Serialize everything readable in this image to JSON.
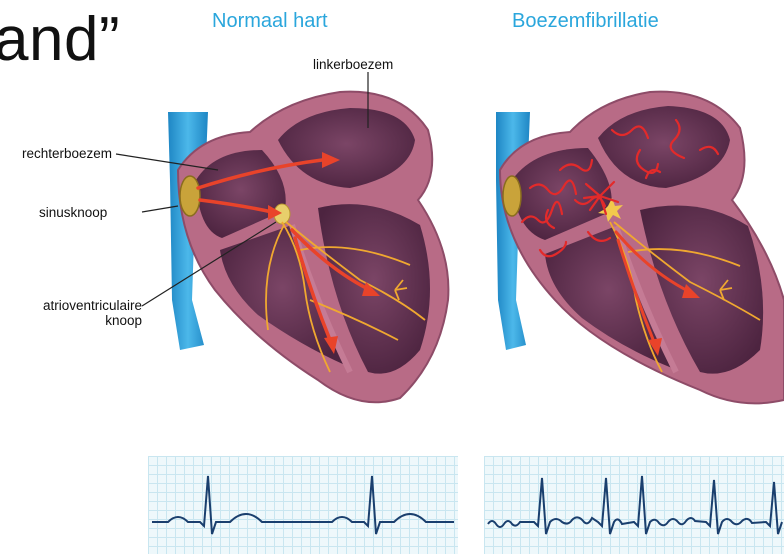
{
  "slide": {
    "partial_text": "and”"
  },
  "headings": {
    "normal": "Normaal hart",
    "af": "Boezemfibrillatie"
  },
  "labels": {
    "linkerboezem": "linkerboezem",
    "rechterboezem": "rechterboezem",
    "sinusknoop": "sinusknoop",
    "av_line1": "atrioventriculaire",
    "av_line2": "knoop"
  },
  "colors": {
    "heading": "#2aa6dc",
    "heart_outer": "#b86b86",
    "heart_cavity": "#5e2f4c",
    "vessel": "#2f9fd8",
    "signal_arrow": "#e9432a",
    "conduction": "#f0a830",
    "ecg_line": "#1a3f6e"
  }
}
